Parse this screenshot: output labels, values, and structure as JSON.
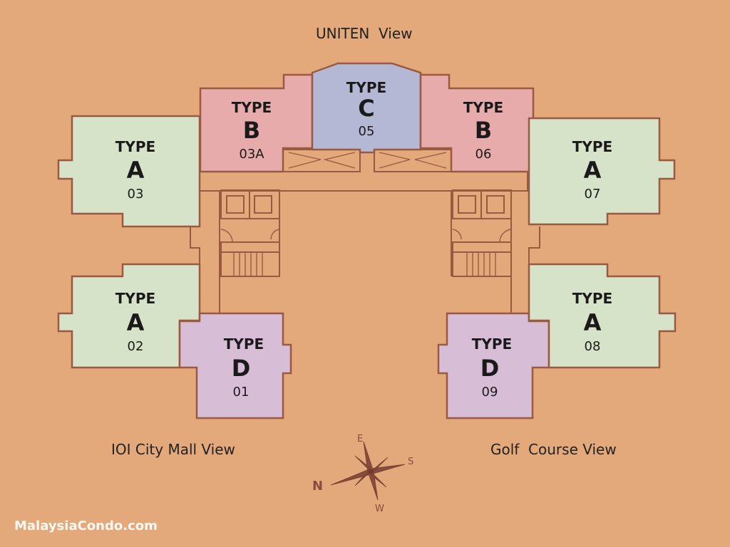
{
  "views": {
    "top": "UNITEN  View",
    "left": "IOI City Mall View",
    "right": "Golf  Course View"
  },
  "units": [
    {
      "id": "u03",
      "type_word": "TYPE",
      "type": "A",
      "number": "03",
      "color": "#d6e3c9"
    },
    {
      "id": "u03a",
      "type_word": "TYPE",
      "type": "B",
      "number": "03A",
      "color": "#e8abac"
    },
    {
      "id": "u05",
      "type_word": "TYPE",
      "type": "C",
      "number": "05",
      "color": "#b5b8d5"
    },
    {
      "id": "u06",
      "type_word": "TYPE",
      "type": "B",
      "number": "06",
      "color": "#e8abac"
    },
    {
      "id": "u07",
      "type_word": "TYPE",
      "type": "A",
      "number": "07",
      "color": "#d6e3c9"
    },
    {
      "id": "u02",
      "type_word": "TYPE",
      "type": "A",
      "number": "02",
      "color": "#d6e3c9"
    },
    {
      "id": "u01",
      "type_word": "TYPE",
      "type": "D",
      "number": "01",
      "color": "#d7bdd6"
    },
    {
      "id": "u09",
      "type_word": "TYPE",
      "type": "D",
      "number": "09",
      "color": "#d7bdd6"
    },
    {
      "id": "u08",
      "type_word": "TYPE",
      "type": "A",
      "number": "08",
      "color": "#d6e3c9"
    }
  ],
  "compass": {
    "n": "N",
    "e": "E",
    "s": "S",
    "w": "W"
  },
  "watermark": "MalaysiaCondo.com",
  "colors": {
    "background": "#e3a97a",
    "outline": "#9a5a42"
  }
}
